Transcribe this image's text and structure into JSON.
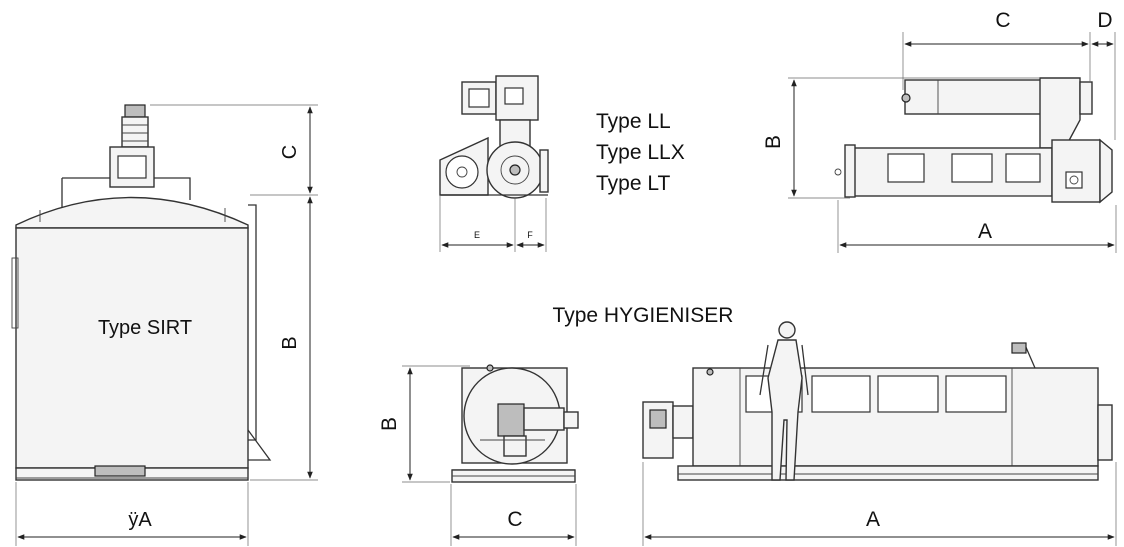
{
  "types": {
    "sirt": "Type SIRT",
    "ll": "Type LL",
    "llx": "Type LLX",
    "lt": "Type LT",
    "hygieniser": "Type HYGIENISER"
  },
  "dimensions": {
    "sirt_width": "ÿA",
    "sirt_height": "B",
    "sirt_top": "C",
    "ll_front_e": "E",
    "ll_front_f": "F",
    "ll_side_length": "A",
    "ll_side_height": "B",
    "ll_side_c": "C",
    "ll_side_d": "D",
    "hyg_front_height": "B",
    "hyg_front_width": "C",
    "hyg_side_length": "A"
  }
}
